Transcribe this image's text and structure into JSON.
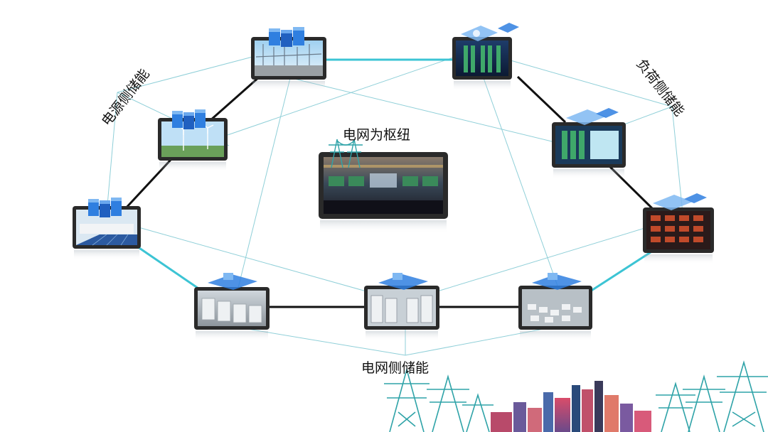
{
  "labels": {
    "source_side": "电源侧储能",
    "load_side": "负荷侧储能",
    "grid_hub": "电网为枢纽",
    "grid_side": "电网侧储能"
  },
  "colors": {
    "black_link": "#111111",
    "cyan_link": "#3cc4d4",
    "thin_link": "#8fcfd8",
    "tablet_frame": "#2a2a2a",
    "cube_blue": "#2f7fe0",
    "tower_teal": "#2fa3a8"
  },
  "icons": {
    "source_cube": "server-cubes-icon",
    "grid_platform": "storage-platform-icon",
    "load_platform": "holo-panel-icon",
    "hub_tower": "transmission-tower-icon",
    "skyline": "city-skyline-icon"
  }
}
